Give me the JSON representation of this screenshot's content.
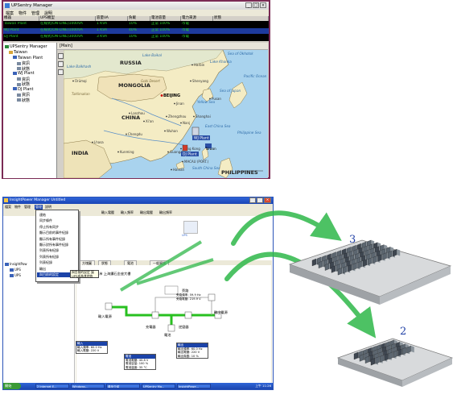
{
  "app_window": {
    "title": "UPSentry Manager",
    "menu": [
      "檔案",
      "物件",
      "管理",
      "說明"
    ],
    "grid": {
      "columns": [
        "機器",
        "UPS機型",
        "容量VA",
        "負載",
        "電池容量",
        "電力來源",
        "狀態"
      ],
      "rows": [
        [
          "Taiwan Plant",
          "在線式(ON-LINE)1000VA",
          "1 KVA",
          "10%",
          "正常 100%",
          "市電",
          ""
        ],
        [
          "WJ Plant",
          "在線式(ON-LINE)1000VA",
          "1 KVA",
          "40%",
          "正常 100%",
          "市電",
          ""
        ],
        [
          "DJ Plant",
          "在線式(ON-LINE)3000VA",
          "3 KVA",
          "10%",
          "正常 100%",
          "市電",
          ""
        ]
      ],
      "selected_row": 1
    },
    "tree": {
      "root": "UPSentry Manager",
      "items": [
        {
          "label": "Taiwan",
          "level": 1
        },
        {
          "label": "Taiwan Plant",
          "level": 2
        },
        {
          "label": "資訊",
          "level": 3
        },
        {
          "label": "狀態",
          "level": 3
        },
        {
          "label": "WJ Plant",
          "level": 2
        },
        {
          "label": "資訊",
          "level": 3
        },
        {
          "label": "狀態",
          "level": 3
        },
        {
          "label": "DJ Plant",
          "level": 2
        },
        {
          "label": "資訊",
          "level": 3
        },
        {
          "label": "狀態",
          "level": 3
        }
      ]
    },
    "main_header": "[Main]",
    "map": {
      "labels": [
        {
          "id": "russia",
          "text": "RUSSIA",
          "kind": "country"
        },
        {
          "id": "mongolia",
          "text": "MONGOLIA",
          "kind": "country"
        },
        {
          "id": "china",
          "text": "CHINA",
          "kind": "country"
        },
        {
          "id": "india",
          "text": "INDIA",
          "kind": "country"
        },
        {
          "id": "philippines",
          "text": "PHILIPPINES",
          "kind": "country"
        },
        {
          "id": "beijing",
          "text": "BEIJING",
          "kind": "capital"
        },
        {
          "id": "harbin",
          "text": "Harbin",
          "kind": "city"
        },
        {
          "id": "shenyang",
          "text": "Shenyang",
          "kind": "city"
        },
        {
          "id": "lanzhou",
          "text": "Lanzhou",
          "kind": "city"
        },
        {
          "id": "xian",
          "text": "Xi'an",
          "kind": "city"
        },
        {
          "id": "chengdu",
          "text": "Chengdu",
          "kind": "city"
        },
        {
          "id": "lhasa",
          "text": "Lhasa",
          "kind": "city"
        },
        {
          "id": "urumqi",
          "text": "Ürümqi",
          "kind": "city"
        },
        {
          "id": "zhengzhou",
          "text": "Zhengzhou",
          "kind": "city"
        },
        {
          "id": "nanj",
          "text": "Nanj",
          "kind": "city"
        },
        {
          "id": "guangzhou",
          "text": "Guangzhou",
          "kind": "city"
        },
        {
          "id": "hongkong",
          "text": "Hong Kong",
          "kind": "city"
        },
        {
          "id": "macau",
          "text": "MACAU (PORT.)",
          "kind": "city"
        },
        {
          "id": "jinan",
          "text": "Jinan",
          "kind": "city"
        },
        {
          "id": "wuhan",
          "text": "Wuhan",
          "kind": "city"
        },
        {
          "id": "kunming",
          "text": "Kunming",
          "kind": "city"
        },
        {
          "id": "hainan",
          "text": "Hainan",
          "kind": "city"
        },
        {
          "id": "lake_baikal",
          "text": "Lake Baikal",
          "kind": "water"
        },
        {
          "id": "lake_balkhash",
          "text": "Lake Balkhash",
          "kind": "water"
        },
        {
          "id": "pacific",
          "text": "Pacific Ocean",
          "kind": "water"
        },
        {
          "id": "yellow_sea",
          "text": "Yellow Sea",
          "kind": "water"
        },
        {
          "id": "east_china_sea",
          "text": "East China Sea",
          "kind": "water"
        },
        {
          "id": "south_china_sea",
          "text": "South China Sea",
          "kind": "water"
        },
        {
          "id": "philippine_sea",
          "text": "Philippine Sea",
          "kind": "water"
        },
        {
          "id": "sea_okhotsk",
          "text": "Sea of Okhotsk",
          "kind": "water"
        },
        {
          "id": "sea_japan",
          "text": "Sea of Japan",
          "kind": "water"
        },
        {
          "id": "lake_khanka",
          "text": "Lake Khanka",
          "kind": "water"
        },
        {
          "id": "gobi",
          "text": "Gobi Desert",
          "kind": "desert"
        },
        {
          "id": "takla",
          "text": "Taklimakan",
          "kind": "desert"
        },
        {
          "id": "pusan",
          "text": "Pusan",
          "kind": "city"
        },
        {
          "id": "shanghai",
          "text": "Shanghai",
          "kind": "city"
        }
      ],
      "markers": [
        {
          "label": "WJ Plant",
          "kind": "server"
        },
        {
          "label": "DJ Plant",
          "kind": "red"
        },
        {
          "label": "Taiwan",
          "kind": "blue"
        }
      ]
    }
  },
  "power_window": {
    "title": "InsightPower Manager Untitled",
    "menu": [
      "檔案",
      "物件",
      "管理",
      "說明"
    ],
    "toolbar": [
      "輸入電壓",
      "輸入頻率",
      "輸出電壓",
      "輸出頻率"
    ],
    "dropdown_items": [
      "連結",
      "同步條件",
      "停止所有同步",
      "顯示目前的事件紀錄",
      "顯示所有事件紀錄",
      "顯示對所有事件紀錄",
      "列表所有紀錄",
      "列表所有紀錄",
      "列表紀錄",
      "輸出",
      "與目前的設定"
    ],
    "dropdown_selected": 10,
    "tooltip_text": "與目前的設定 讓UPS成為其他各",
    "tree_root": "InsightPow",
    "tree_items": [
      "UPS",
      "UPS"
    ],
    "tabs": [
      "方塊圖",
      "狀態",
      "電池",
      "一般資訊"
    ],
    "location_text": "台北市 上海鑽石金座大樓",
    "diagram": {
      "bypass_label": "旁路",
      "bypass_voltage": "旁路頻率: 59.9 Hz",
      "bypass_freq": "旁路電壓: 219.9 V",
      "input_label": "輸入電源",
      "output_label": "輸出電源",
      "rectifier_label": "充電器",
      "inverter_label": "逆變器",
      "battery_label": "電池"
    },
    "input_box": {
      "title": "輸入",
      "rows": [
        "輸入頻率: 60.0 Hz",
        "輸入電壓: 220 V"
      ]
    },
    "battery_box": {
      "title": "電池",
      "rows": [
        "電池電壓: 40.8 V",
        "電池容量: 100 %",
        "電池溫度: 35 °C"
      ]
    },
    "output_box": {
      "title": "輸出",
      "rows": [
        "輸出頻率: 60.0 Hz",
        "輸出電壓: 220 V",
        "輸出負載: 10 %"
      ]
    },
    "taskbar": {
      "start_label": "開始",
      "items": [
        "2 Internet E...",
        "Windows...",
        "產品介紹",
        "UPSentry Ma...",
        "InsightPowe..."
      ],
      "clock": "上午 11:26"
    }
  },
  "callouts": [
    {
      "number": "3"
    },
    {
      "number": "2"
    }
  ],
  "colors": {
    "win1_border": "#7a2a54",
    "grid_text": "#2ad02a",
    "selection": "#1d3a9c",
    "xp_blue": "#2b54b8",
    "power_flow": "#28c020",
    "arrow_green": "#2fb84a",
    "number_blue": "#1f3fa5"
  }
}
